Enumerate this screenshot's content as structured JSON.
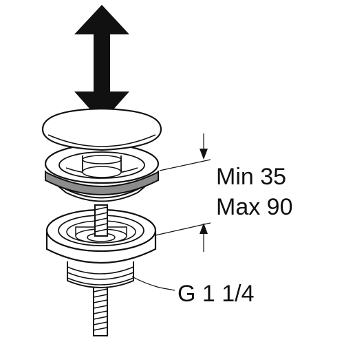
{
  "labels": {
    "min": "Min 35",
    "max": "Max 90",
    "thread": "G 1 1/4"
  },
  "icons": [
    "double-arrow-icon",
    "dimension-arrow-down-icon",
    "dimension-arrow-up-icon"
  ],
  "colors": {
    "line": "#111111",
    "gasket": "#8c8c8c",
    "background": "#ffffff"
  }
}
